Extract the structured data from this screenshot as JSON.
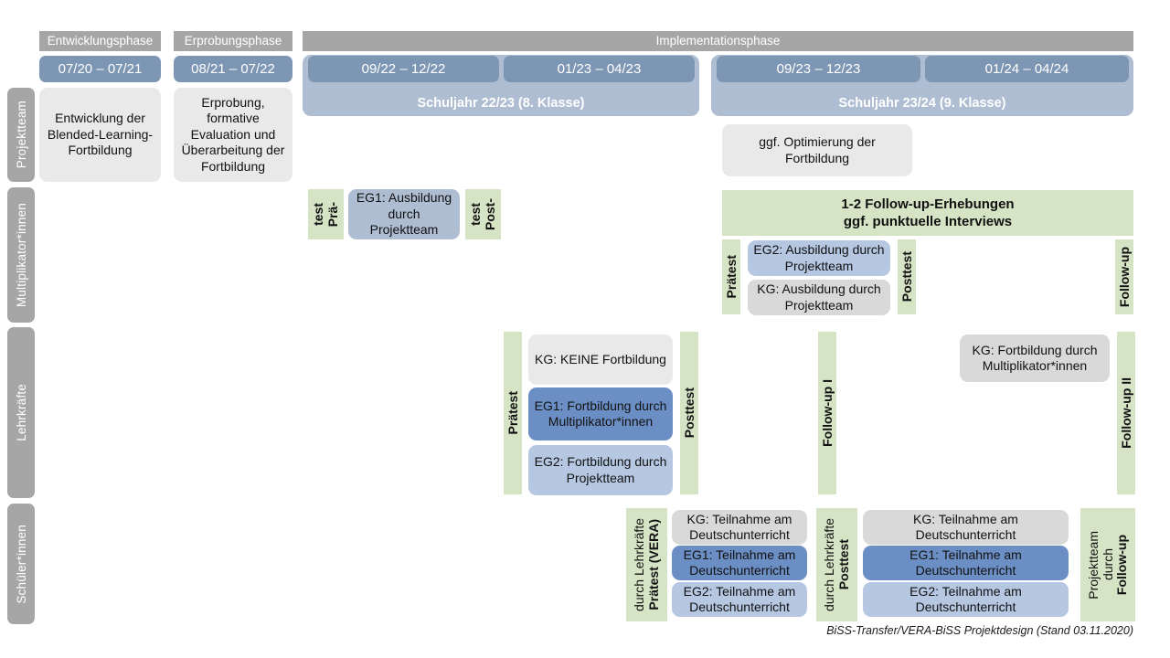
{
  "diagram": {
    "title": "BiSS-Transfer/VERA-BiSS Projektdesign",
    "footer": "BiSS-Transfer/VERA-BiSS Projektdesign (Stand 03.11.2020)",
    "colors": {
      "phase_header": "#a6a6a6",
      "date_pill": "#7d96b4",
      "schoolyear": "#aebdd2",
      "row_label": "#a6a6a6",
      "green_test": "#d6e4c6",
      "grey_box": "#e9e9e9",
      "grey_box_alt": "#d9d9d9",
      "blue_dark": "#6b8fc4",
      "blue_light": "#b6c7e2"
    }
  },
  "phases": [
    {
      "id": "entwicklung",
      "label": "Entwicklungsphase"
    },
    {
      "id": "erprobung",
      "label": "Erprobungsphase"
    },
    {
      "id": "implementation",
      "label": "Implementationsphase"
    }
  ],
  "date_pills": [
    {
      "id": "p1",
      "label": "07/20 – 07/21"
    },
    {
      "id": "p2",
      "label": "08/21 – 07/22"
    },
    {
      "id": "p3",
      "label": "09/22 – 12/22"
    },
    {
      "id": "p4",
      "label": "01/23 – 04/23"
    },
    {
      "id": "p5",
      "label": "09/23 – 12/23"
    },
    {
      "id": "p6",
      "label": "01/24 – 04/24"
    }
  ],
  "school_years": [
    {
      "id": "sy2223",
      "label": "Schuljahr 22/23 (8. Klasse)"
    },
    {
      "id": "sy2324",
      "label": "Schuljahr 23/24 (9. Klasse)"
    }
  ],
  "rows": [
    {
      "id": "projektteam",
      "label": "Projektteam"
    },
    {
      "id": "multiplikator",
      "label": "Multiplikator*innen"
    },
    {
      "id": "lehrkraefte",
      "label": "Lehrkräfte"
    },
    {
      "id": "schueler",
      "label": "Schüler*innen"
    }
  ],
  "projektteam": {
    "entwicklung": "Entwicklung der Blended-Learning-Fortbildung",
    "erprobung": "Erprobung, formative Evaluation und Überarbeitung der Fortbildung",
    "optimierung": "ggf. Optimierung der Fortbildung"
  },
  "multiplikator": {
    "praetest_1_line1": "Prä-",
    "praetest_1_line2": "test",
    "eg1": "EG1: Ausbildung durch Projektteam",
    "posttest_1_line1": "Post-",
    "posttest_1_line2": "test",
    "followup_banner_line1": "1-2 Follow-up-Erhebungen",
    "followup_banner_line2": "ggf. punktuelle Interviews",
    "praetest_2": "Prätest",
    "eg2": "EG2:  Ausbildung durch Projektteam",
    "kg": "KG: Ausbildung durch Projektteam",
    "posttest_2": "Posttest",
    "followup": "Follow-up"
  },
  "lehrkraefte": {
    "praetest": "Prätest",
    "kg_keine": "KG:  KEINE Fortbildung",
    "eg1": "EG1: Fortbildung durch Multiplikator*innen",
    "eg2": "EG2: Fortbildung durch Projektteam",
    "posttest": "Posttest",
    "followup_1": "Follow-up I",
    "kg_fortbildung": "KG: Fortbildung durch Multiplikator*innen",
    "followup_2": "Follow-up II"
  },
  "schueler": {
    "praetest_main": "Prätest (VERA)",
    "praetest_sub": "durch Lehrkräfte",
    "kg_1": "KG: Teilnahme am Deutschunterricht",
    "eg1_1": "EG1: Teilnahme am Deutschunterricht",
    "eg2_1": "EG2: Teilnahme am Deutschunterricht",
    "posttest_main": "Posttest",
    "posttest_sub": "durch Lehrkräfte",
    "kg_2": "KG: Teilnahme am Deutschunterricht",
    "eg1_2": "EG1: Teilnahme am Deutschunterricht",
    "eg2_2": "EG2: Teilnahme am Deutschunterricht",
    "followup_main": "Follow-up",
    "followup_sub1": "durch",
    "followup_sub2": "Projektteam"
  }
}
